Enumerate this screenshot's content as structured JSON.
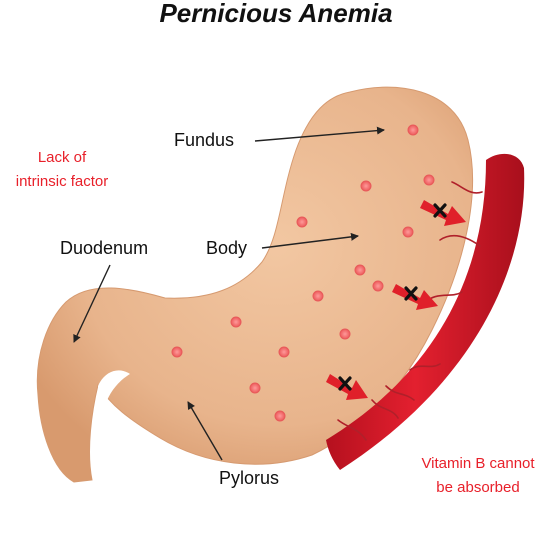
{
  "title": "Pernicious Anemia",
  "labels": {
    "fundus": "Fundus",
    "body": "Body",
    "duodenum": "Duodenum",
    "pylorus": "Pylorus"
  },
  "notes": {
    "lack_line1": "Lack of",
    "lack_line2": "intrinsic factor",
    "vitamin_line1": "Vitamin B cannot",
    "vitamin_line2": "be absorbed"
  },
  "colors": {
    "title": "#111111",
    "stomach_fill": "#e8b48c",
    "stomach_shade": "#d89a6e",
    "dot": "#f08080",
    "dot_stroke": "#e85a5a",
    "vessel": "#d8192a",
    "vessel_dark": "#a80f1c",
    "arrow_red": "#e0202a",
    "note_red": "#e8202a",
    "pointer": "#222222"
  },
  "icons": {
    "blocked_arrow": "blocked-arrow-icon",
    "cross": "cross-mark-icon"
  }
}
